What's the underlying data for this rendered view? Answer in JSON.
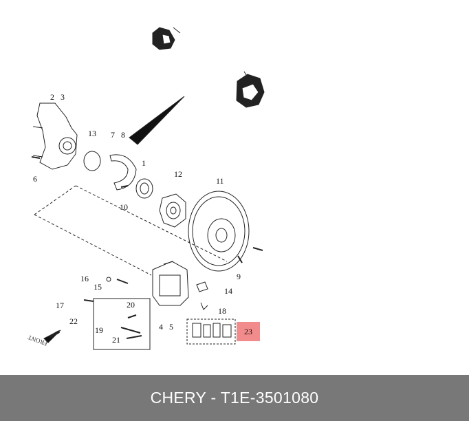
{
  "diagram": {
    "part_labels": {
      "p1": "1",
      "p2": "2",
      "p3": "3",
      "p4": "4",
      "p5": "5",
      "p6": "6",
      "p7": "7",
      "p8": "8",
      "p9": "9",
      "p10": "10",
      "p11": "11",
      "p12": "12",
      "p13": "13",
      "p14": "14",
      "p15": "15",
      "p16": "16",
      "p17": "17",
      "p18": "18",
      "p19": "19",
      "p20": "20",
      "p21": "21",
      "p22": "22"
    },
    "highlighted_part": "23",
    "highlight_color": "#f28b8b",
    "front_label": "FRONT"
  },
  "footer": {
    "title": "CHERY - T1E-3501080",
    "background": "#787878"
  }
}
